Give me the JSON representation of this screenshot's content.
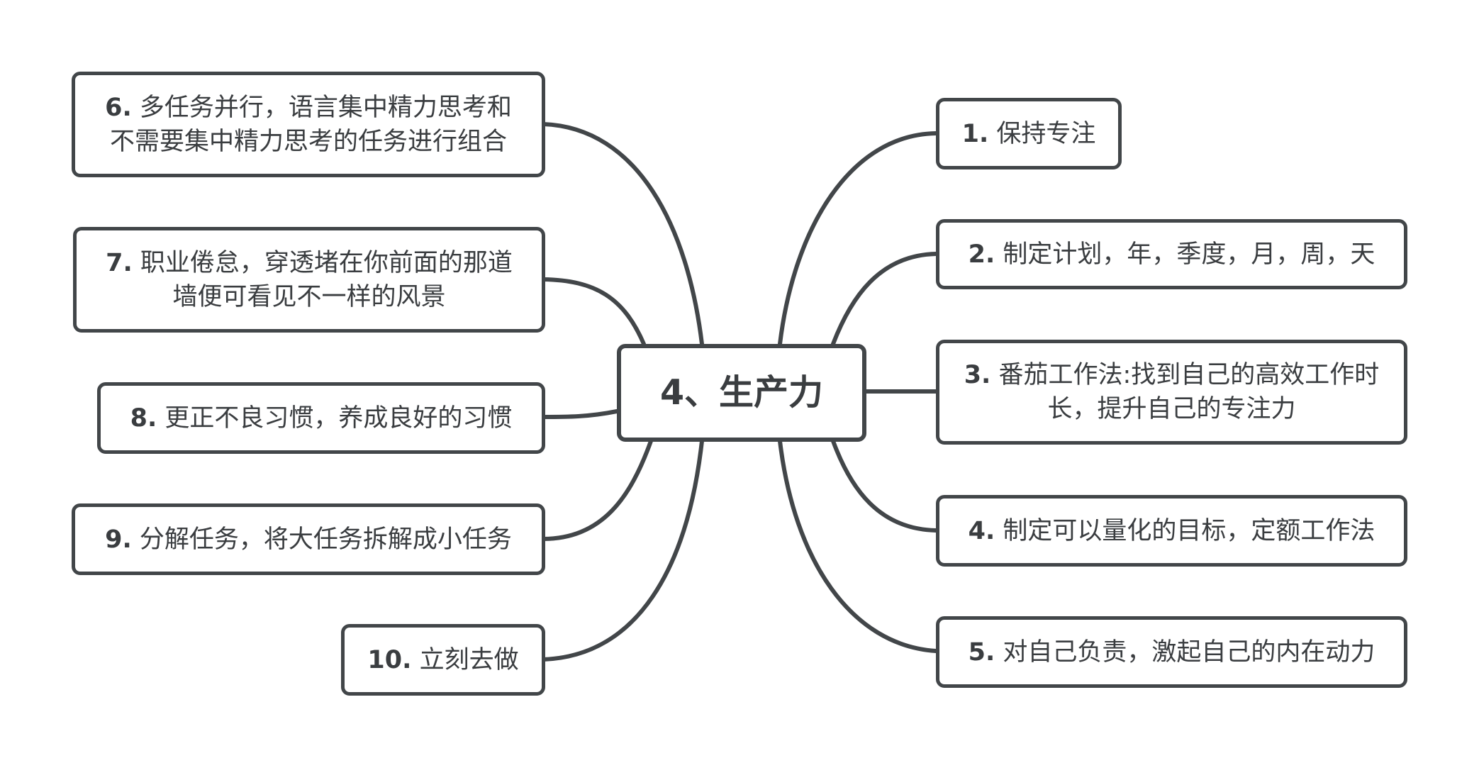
{
  "mindmap": {
    "central": "4、生产力",
    "branches": {
      "b1": {
        "num": "1.",
        "text": "保持专注"
      },
      "b2": {
        "num": "2.",
        "text": "制定计划，年，季度，月，周，天"
      },
      "b3": {
        "num": "3.",
        "text": "番茄工作法:找到自己的高效工作时长，提升自己的专注力"
      },
      "b4": {
        "num": "4.",
        "text": "制定可以量化的目标，定额工作法"
      },
      "b5": {
        "num": "5.",
        "text": "对自己负责，激起自己的内在动力"
      },
      "b6": {
        "num": "6.",
        "text": "多任务并行，语言集中精力思考和不需要集中精力思考的任务进行组合"
      },
      "b7": {
        "num": "7.",
        "text": "职业倦怠，穿透堵在你前面的那道墙便可看见不一样的风景"
      },
      "b8": {
        "num": "8.",
        "text": "更正不良习惯，养成良好的习惯"
      },
      "b9": {
        "num": "9.",
        "text": "分解任务，将大任务拆解成小任务"
      },
      "b10": {
        "num": "10.",
        "text": "立刻去做"
      }
    },
    "colors": {
      "stroke": "#424649",
      "text": "#3a3d40",
      "background": "#ffffff"
    }
  }
}
